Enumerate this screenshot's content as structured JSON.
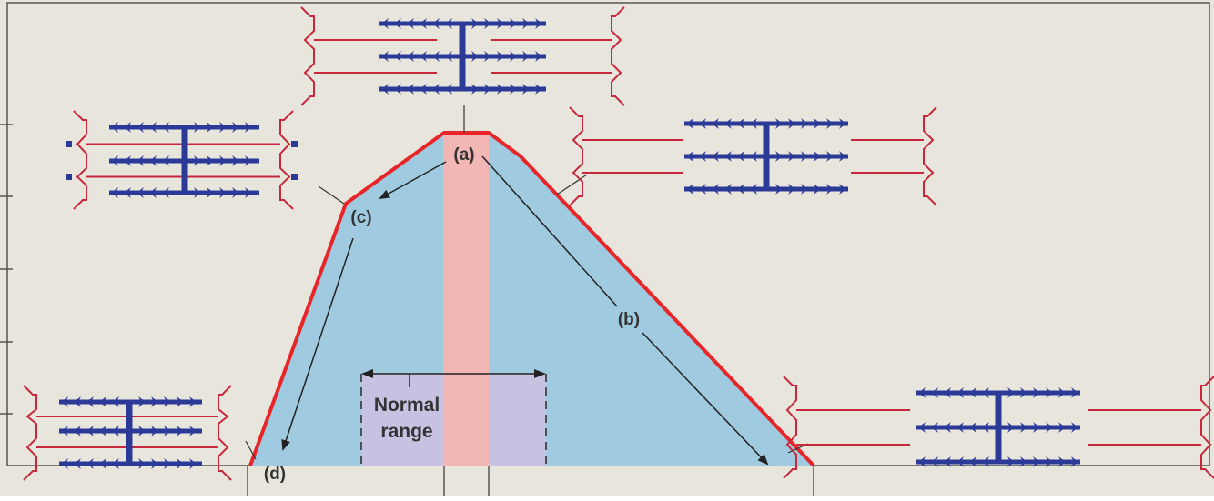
{
  "colors": {
    "background": "#e8e6dc",
    "frame": "#555555",
    "curve": "#e8262a",
    "area": "#9fcadf",
    "optimal_band": "#f2b7b5",
    "normal_range_band": "#c8c2e2",
    "thick_filament": "#2c3a97",
    "thin_filament": "#c8283c",
    "arrow": "#222222"
  },
  "labels": {
    "a": "(a)",
    "b": "(b)",
    "c": "(c)",
    "d": "(d)",
    "normal_range_line1": "Normal",
    "normal_range_line2": "range"
  },
  "icons": {
    "sarcomere": "sarcomere-icon"
  }
}
